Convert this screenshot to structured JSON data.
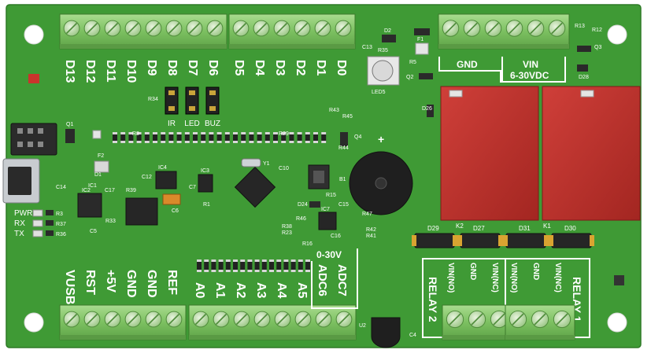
{
  "top_pins_left": [
    "D13",
    "D12",
    "D11",
    "D10",
    "D9",
    "D8",
    "D7",
    "D6"
  ],
  "top_pins_right": [
    "D5",
    "D4",
    "D3",
    "D2",
    "D1",
    "D0"
  ],
  "jumper_labels": [
    "IR",
    "LED",
    "BUZ"
  ],
  "power_labels": {
    "gnd": "GND",
    "vin_top": "VIN",
    "vin_bottom": "6-30VDC"
  },
  "bottom_pins_left": [
    "VUSB",
    "RST",
    "+5V",
    "GND",
    "GND",
    "REF"
  ],
  "bottom_pins_analog": [
    "A0",
    "A1",
    "A2",
    "A3",
    "A4",
    "A5"
  ],
  "adc": {
    "range": "0-30V",
    "adc6": "ADC6",
    "adc7": "ADC7"
  },
  "relay2": {
    "title": "RELAY 2",
    "pins": [
      "VIN(NO)",
      "GND",
      "VIN(NC)"
    ]
  },
  "relay1": {
    "title": "RELAY 1",
    "pins": [
      "VIN(NO)",
      "GND",
      "VIN(NC)"
    ]
  },
  "leds": [
    "PWR",
    "RX",
    "TX"
  ],
  "led_resistors": [
    "R3",
    "R37",
    "R36"
  ],
  "diodes_bottom": [
    "D29",
    "D27",
    "D31",
    "D30"
  ],
  "relay_labels": [
    "K2",
    "K1"
  ],
  "component_labels": {
    "ic4": "IC4",
    "ic3": "IC3",
    "ic7": "IC7",
    "ic1": "IC1",
    "ic2": "IC2",
    "y1": "Y1",
    "b1": "B1",
    "led5": "LED5",
    "u2": "U2",
    "f1": "F1",
    "f2": "F2",
    "q1": "Q1",
    "q2": "Q2",
    "q3": "Q3",
    "q4": "Q4",
    "d1": "D1",
    "d2": "D2",
    "d24": "D24",
    "d26": "D26",
    "d28": "D28",
    "c10": "C10",
    "c12": "C12",
    "c6": "C6",
    "c13": "C13",
    "c14": "C14",
    "c15": "C15",
    "c16": "C16",
    "c17": "C17",
    "c5": "C5",
    "c4": "C4",
    "c7": "C7",
    "r1": "R1",
    "r5": "R5",
    "r8": "R8",
    "r13": "R13",
    "r12": "R12",
    "r15": "R15",
    "r16": "R16",
    "r33": "R33",
    "r34": "R34",
    "r35": "R35",
    "r39": "R39",
    "r41": "R41",
    "r42": "R42",
    "r43": "R43",
    "r44": "R44",
    "r45": "R45",
    "r46": "R46",
    "r47": "R47",
    "r23": "R23",
    "r38": "R38",
    "r29": "R29"
  }
}
